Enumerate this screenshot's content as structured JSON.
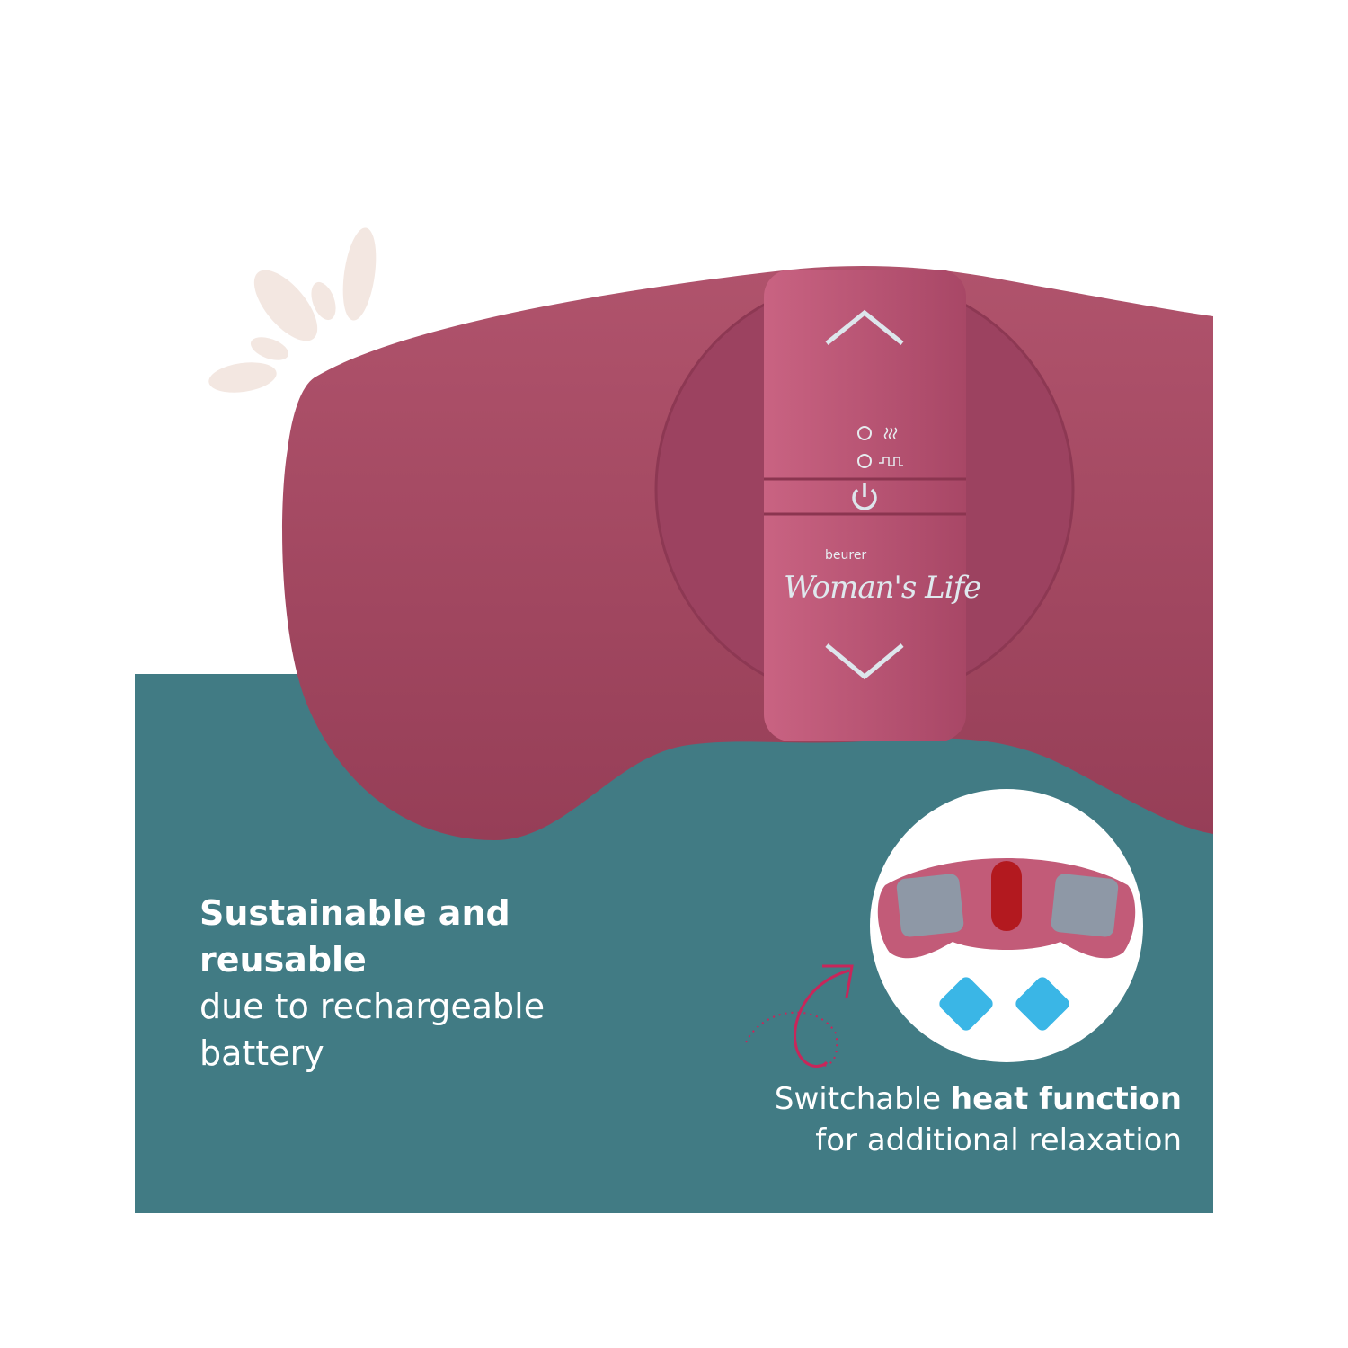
{
  "brand": {
    "maker": "beurer",
    "product": "Woman's Life"
  },
  "features": {
    "left": {
      "bold_lines": [
        "Sustainable and",
        "reusable"
      ],
      "regular_lines": [
        "due to rechargeable",
        "battery"
      ]
    },
    "right": {
      "line1_regular": "Switchable ",
      "line1_bold": "heat function",
      "line2": "for additional relaxation"
    }
  },
  "device_controls": [
    "chevron-up",
    "heat-mode-indicator",
    "tens-mode-indicator",
    "power",
    "chevron-down"
  ],
  "colors": {
    "teal": "#417b84",
    "pad": "#a54862",
    "strip": "#c05876",
    "petal": "#f3e7e1",
    "gel": "#3ab6e6",
    "arrow": "#c8265a"
  }
}
